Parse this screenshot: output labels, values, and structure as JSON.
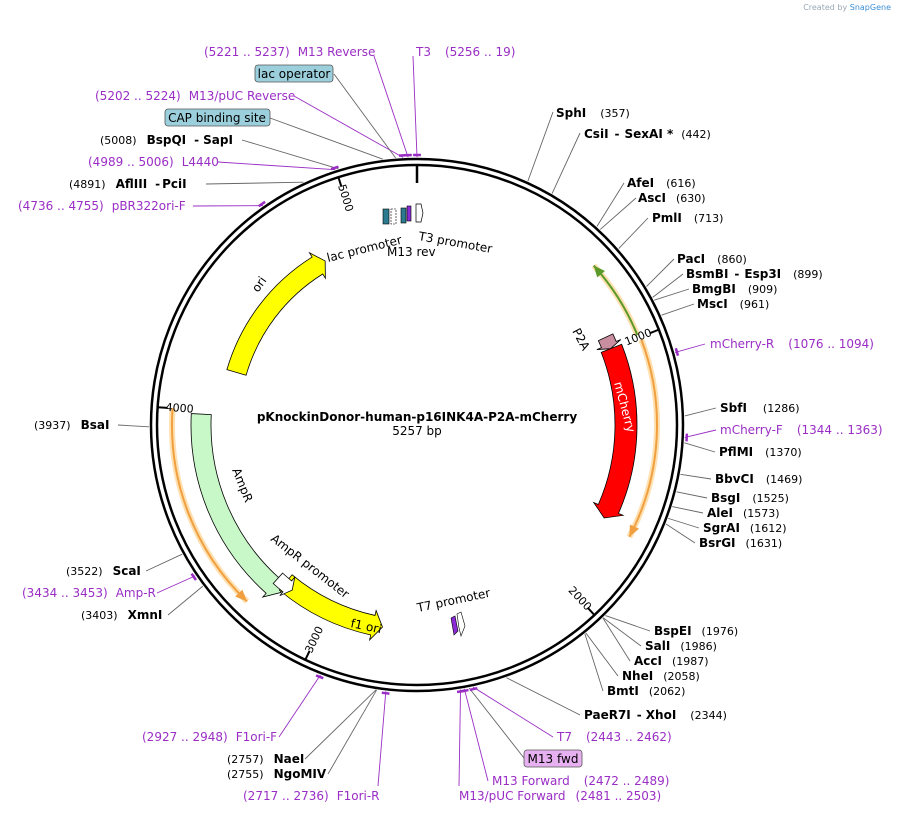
{
  "branding": {
    "prefix": "Created by",
    "name": "SnapGene"
  },
  "plasmid": {
    "name": "pKnockinDonor-human-p16INK4A-P2A-mCherry",
    "length": "5257 bp",
    "length_bp": 5257
  },
  "colors": {
    "primer": "#9a2ec4",
    "ori": "#ffff00",
    "ampr": "#c8f7c8",
    "mcherry": "#ff0000",
    "p2a": "#c98ea0",
    "cap": "#9ccfdc",
    "m13fwd": "#e7b0f0",
    "orf": "#f0a040",
    "green_orf": "#5a9a2a"
  },
  "ticks": [
    "1000",
    "2000",
    "3000",
    "4000",
    "5000"
  ],
  "enzymes": [
    {
      "name": "SphI",
      "pos": "(357)"
    },
    {
      "name": "CsiI",
      "sep": "-",
      "name2": "SexAI *",
      "pos": "(442)"
    },
    {
      "name": "AfeI",
      "pos": "(616)"
    },
    {
      "name": "AscI",
      "pos": "(630)"
    },
    {
      "name": "PmlI",
      "pos": "(713)"
    },
    {
      "name": "PacI",
      "pos": "(860)"
    },
    {
      "name": "BsmBI",
      "sep": "-",
      "name2": "Esp3I",
      "pos": "(899)"
    },
    {
      "name": "BmgBI",
      "pos": "(909)"
    },
    {
      "name": "MscI",
      "pos": "(961)"
    },
    {
      "name": "SbfI",
      "pos": "(1286)"
    },
    {
      "name": "PflMI",
      "pos": "(1370)"
    },
    {
      "name": "BbvCI",
      "pos": "(1469)"
    },
    {
      "name": "BsgI",
      "pos": "(1525)"
    },
    {
      "name": "AleI",
      "pos": "(1573)"
    },
    {
      "name": "SgrAI",
      "pos": "(1612)"
    },
    {
      "name": "BsrGI",
      "pos": "(1631)"
    },
    {
      "name": "BspEI",
      "pos": "(1976)"
    },
    {
      "name": "SalI",
      "pos": "(1986)"
    },
    {
      "name": "AccI",
      "pos": "(1987)"
    },
    {
      "name": "NheI",
      "pos": "(2058)"
    },
    {
      "name": "BmtI",
      "pos": "(2062)"
    },
    {
      "name": "PaeR7I",
      "sep": "-",
      "name2": "XhoI",
      "pos": "(2344)"
    },
    {
      "name": "NaeI",
      "pos": "(2757)"
    },
    {
      "name": "NgoMIV",
      "pos": "(2755)"
    },
    {
      "name": "XmnI",
      "pos": "(3403)"
    },
    {
      "name": "ScaI",
      "pos": "(3522)"
    },
    {
      "name": "BsaI",
      "pos": "(3937)"
    },
    {
      "name": "AflIII",
      "sep": "-",
      "name2": "PciI",
      "pos": "(4891)"
    },
    {
      "name": "BspQI",
      "sep": "-",
      "name2": "SapI",
      "pos": "(5008)"
    }
  ],
  "primers": [
    {
      "name": "M13 Reverse",
      "range": "(5221 .. 5237)"
    },
    {
      "name": "T3",
      "range": "(5256 .. 19)"
    },
    {
      "name": "M13/pUC Reverse",
      "range": "(5202 .. 5224)"
    },
    {
      "name": "L4440",
      "range": "(4989 .. 5006)"
    },
    {
      "name": "pBR322ori-F",
      "range": "(4736 .. 4755)"
    },
    {
      "name": "mCherry-R",
      "range": "(1076 .. 1094)"
    },
    {
      "name": "mCherry-F",
      "range": "(1344 .. 1363)"
    },
    {
      "name": "T7",
      "range": "(2443 .. 2462)"
    },
    {
      "name": "M13 Forward",
      "range": "(2472 .. 2489)"
    },
    {
      "name": "M13/pUC Forward",
      "range": "(2481 .. 2503)"
    },
    {
      "name": "F1ori-F",
      "range": "(2927 .. 2948)"
    },
    {
      "name": "F1ori-R",
      "range": "(2717 .. 2736)"
    },
    {
      "name": "Amp-R",
      "range": "(3434 .. 3453)"
    }
  ],
  "boxed_labels": {
    "lac_operator": "lac operator",
    "cap_site": "CAP binding site",
    "m13_fwd": "M13 fwd"
  },
  "features": {
    "lac_promoter": "lac promoter",
    "t3_promoter": "T3 promoter",
    "m13_rev": "M13 rev",
    "ori": "ori",
    "ampr": "AmpR",
    "ampr_promoter": "AmpR promoter",
    "f1_ori": "f1 ori",
    "t7_promoter": "T7 promoter",
    "p2a": "P2A",
    "mcherry": "mCherry"
  }
}
